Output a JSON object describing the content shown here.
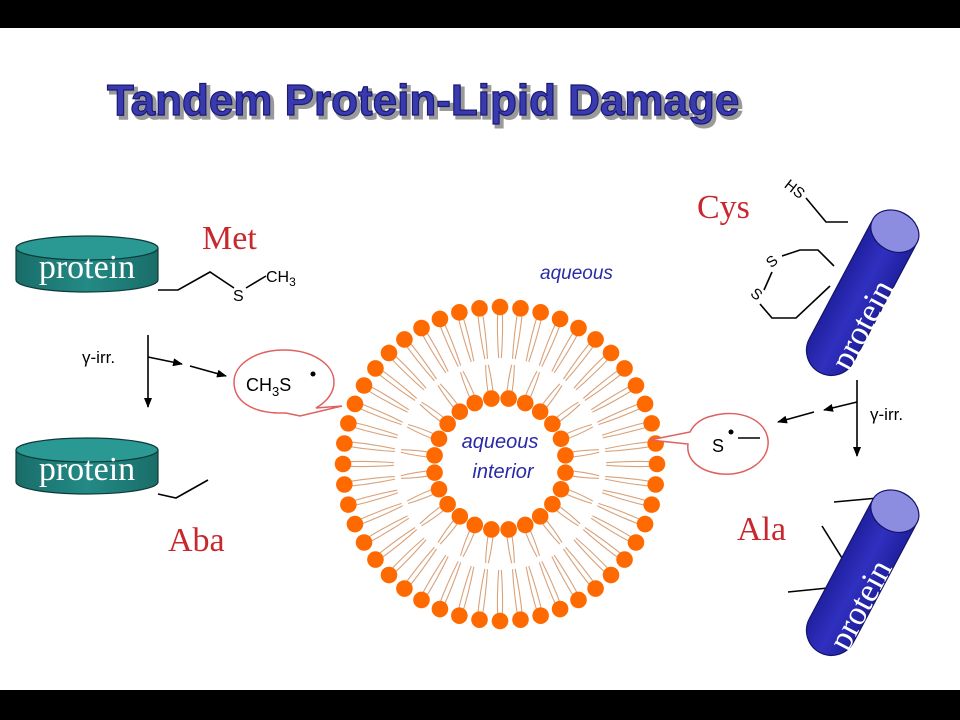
{
  "title": "Tandem Protein-Lipid Damage",
  "labels": {
    "met": "Met",
    "aba": "Aba",
    "cys": "Cys",
    "ala": "Ala",
    "protein": "protein",
    "ch3": "CH",
    "ch3_sub": "3",
    "ch3s_radical": "CH",
    "ch3s_radical_sub": "3",
    "ch3s_radical_tail": "S",
    "s_radical": "S",
    "sulfur": "S",
    "hs": "HS",
    "gamma_irr_left": "γ-irr.",
    "gamma_irr_right": "γ-irr.",
    "aqueous_outer": "aqueous",
    "aqueous_interior_1": "aqueous",
    "aqueous_interior_2": "interior"
  },
  "colors": {
    "title_fill": "#3a3ab0",
    "title_shadow": "#9a9a9a",
    "red_label": "#c8282d",
    "teal_protein": "#1f7a76",
    "teal_protein_top": "#2a9893",
    "blue_protein": "#2a2aa8",
    "blue_protein_cap": "#8c8ce0",
    "lipid_head": "#ff6a00",
    "lipid_tail": "#d9a27a",
    "callout_border": "#e06060",
    "slide_background": "#ffffff",
    "frame": "#000000"
  },
  "vesicle": {
    "outer_head_count": 48,
    "inner_head_count": 24
  }
}
